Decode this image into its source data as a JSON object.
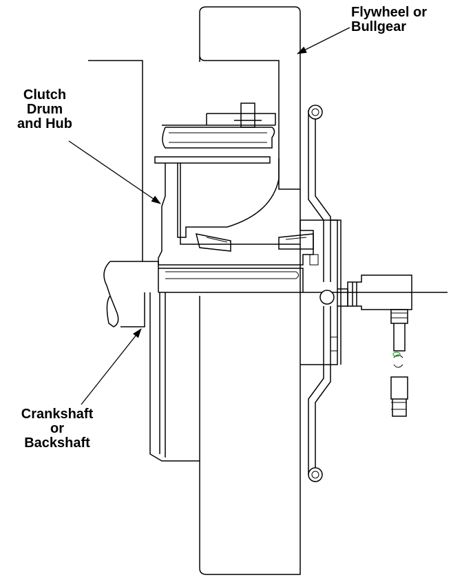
{
  "labels": {
    "flywheel": [
      "Flywheel or",
      "Bullgear"
    ],
    "clutch": [
      "Clutch",
      "Drum",
      "and Hub"
    ],
    "crankshaft": [
      "Crankshaft",
      "or",
      "Backshaft"
    ]
  },
  "colors": {
    "line": "#000000",
    "background": "#ffffff",
    "accent_green": "#22aa22"
  }
}
